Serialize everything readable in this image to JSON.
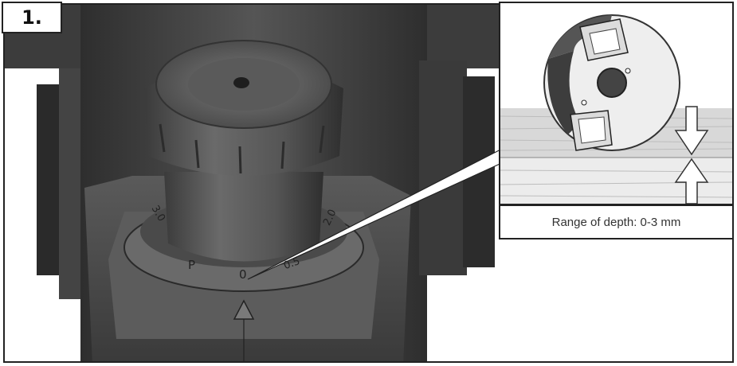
{
  "step": {
    "number": "1."
  },
  "dial": {
    "labels": [
      "3.0",
      "P",
      "0",
      "0.5",
      "2.0"
    ]
  },
  "inset": {
    "caption": "Range of depth: 0-3 mm"
  }
}
